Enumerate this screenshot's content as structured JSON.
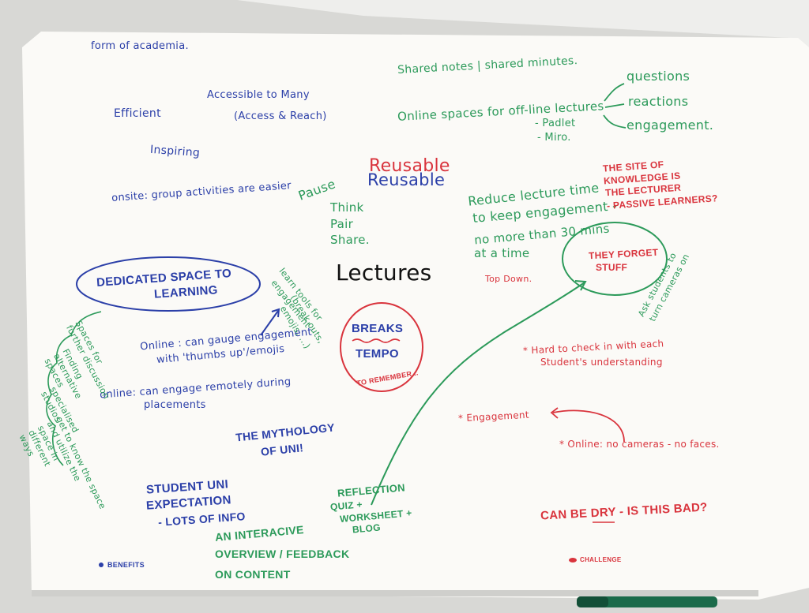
{
  "center": {
    "title": "Lectures"
  },
  "benefits": {
    "academia": "form of academia.",
    "efficient": "Efficient",
    "accessible": "Accessible to Many",
    "access_reach": "(Access & Reach)",
    "inspiring": "Inspiring",
    "onsite": "onsite: group activities are easier",
    "dedicated_line1": "DEDICATED SPACE TO",
    "dedicated_line2": "LEARNING",
    "online_gauge_line1": "Online : can gauge engagement",
    "online_gauge_line2": "with 'thumbs up'/emojis",
    "online_engage_line1": "online: can engage remotely during",
    "online_engage_line2": "placements",
    "mythology_line1": "THE MYTHOLOGY",
    "mythology_line2": "OF UNI!",
    "student_line1": "STUDENT UNI",
    "student_line2": "EXPECTATION",
    "student_line3": "- LOTS OF INFO",
    "legend": "BENEFITS",
    "spaces_list": [
      "Spaces for",
      "further discussion",
      "Finding",
      "alternative",
      "spaces",
      "specialised",
      "studios",
      "get to know the space",
      "and utilize the",
      "space in",
      "different",
      "ways"
    ]
  },
  "ideas": {
    "shared_notes": "Shared notes | shared minutes.",
    "online_spaces": "Online spaces for off-line lectures",
    "padlet": "- Padlet",
    "miro": "- Miro.",
    "questions": "questions",
    "reactions": "reactions",
    "engagement": "engagement.",
    "pause": "Pause",
    "think": "Think",
    "pair": "Pair",
    "share": "Share.",
    "reduce_line1": "Reduce lecture time",
    "reduce_line2": "to keep engagement -",
    "reduce_line3": "no more than 30 mins",
    "reduce_line4": "at a time",
    "learn_tools_line1": "learn tools for",
    "learn_tools_line2": "engagement",
    "learn_tools_line3": "(break outs,",
    "learn_tools_line4": "emojis, ...)",
    "reflection": "REFLECTION",
    "quiz": "QUIZ +",
    "worksheet": "WORKSHEET +",
    "blog": "BLOG",
    "interactive_line1": "AN INTERACIVE",
    "interactive_line2": "OVERVIEW / FEEDBACK",
    "interactive_line3": "ON CONTENT",
    "reusable": "Reusable"
  },
  "challenges": {
    "reusable": "Reusable",
    "site_line1": "THE SITE OF",
    "site_line2": "KNOWLEDGE IS",
    "site_line3": "THE LECTURER",
    "site_line4": "- PASSIVE LEARNERS?",
    "top_down": "Top Down.",
    "forget_line1": "THEY FORGET",
    "forget_line2": "STUFF",
    "breaks": "BREAKS",
    "tempo": "TEMPO",
    "remember": "TO REMEMBER...",
    "hard_line1": "* Hard to check in with each",
    "hard_line2": "Student's understanding",
    "ask_line1": "Ask students to",
    "ask_line2": "turn cameras on",
    "engagement": "* Engagement",
    "online_cams": "* Online: no cameras - no faces.",
    "dry": "CAN BE DRY - IS THIS BAD?",
    "legend": "CHALLENGE"
  },
  "colors": {
    "paper": "#fbfaf7",
    "wall": "#d9d9d6",
    "blue_marker": "#2b3fa8",
    "green_marker": "#2c9a5a",
    "red_marker": "#d9343d",
    "pen": "#1b6b4a"
  }
}
